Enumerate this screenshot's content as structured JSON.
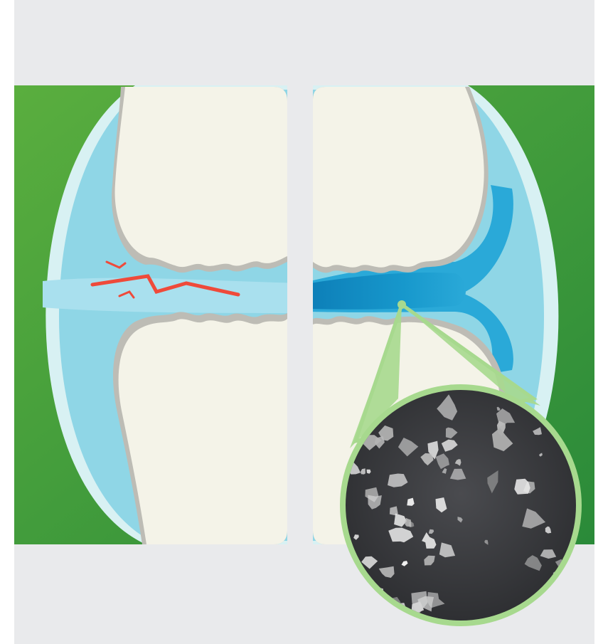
{
  "figure": {
    "subject": "knee-joint-cartilage-comparison",
    "panels": [
      {
        "id": "left",
        "name": "damaged-joint"
      },
      {
        "id": "right",
        "name": "lubricated-joint"
      }
    ],
    "has_magnified_inset": true,
    "colors": {
      "backdrop": "#e9eaec",
      "green_band": "#3a9a3c",
      "capsule_fill": "#8fd6e6",
      "capsule_rim": "#d8f1f3",
      "bone": "#f4f3e8",
      "cartilage_shadow": "#bdbcb5",
      "fluid_light": "#a9e0ee",
      "fluid_dark": "#1290c4",
      "crack": "#ef4a3a",
      "inset_ring": "#a7d98e",
      "inset_fill": "#3f4043"
    }
  }
}
